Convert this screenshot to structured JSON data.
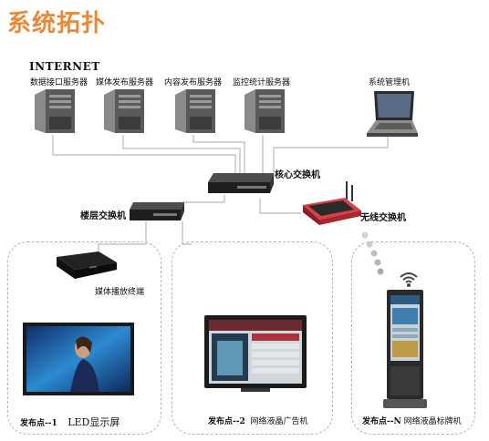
{
  "title": "系统拓扑",
  "internet_label": "INTERNET",
  "servers": [
    {
      "label": "数据接口服务器"
    },
    {
      "label": "媒体发布服务器"
    },
    {
      "label": "内容发布服务器"
    },
    {
      "label": "监控统计服务器"
    }
  ],
  "management": {
    "label": "系统管理机"
  },
  "core_switch": {
    "label": "核心交换机"
  },
  "floor_switch": {
    "label": "楼层交换机"
  },
  "wireless_switch": {
    "label": "无线交换机"
  },
  "media_player": {
    "label": "媒体播放终端"
  },
  "points": [
    {
      "name": "发布点--1",
      "desc": "LED显示屏"
    },
    {
      "name": "发布点--2",
      "desc": "网络液晶广告机"
    },
    {
      "name": "发布点--N",
      "desc": "网络液晶标牌机"
    }
  ],
  "colors": {
    "title": "#e8893a",
    "line": "#b9b9b9",
    "zone_border": "#b5b5b5",
    "router_red": "#c7333a"
  }
}
